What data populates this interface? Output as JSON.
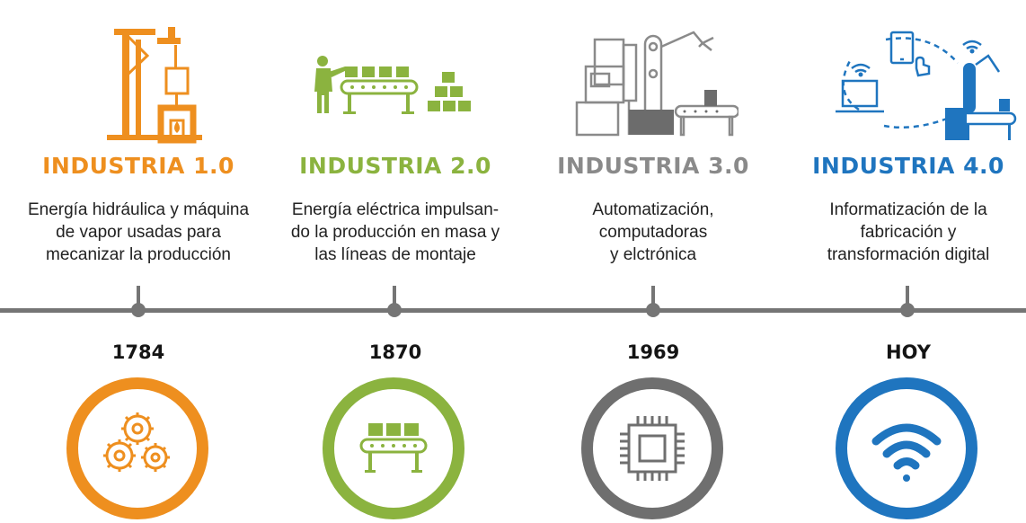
{
  "stages": [
    {
      "title": "INDUSTRIA 1.0",
      "color": "#EE8F1F",
      "desc_lines": [
        "Energía hidráulica y máquina",
        "de vapor usadas para",
        "mecanizar la producción"
      ],
      "year": "1784",
      "illustration": "steam-engine-illustration",
      "icon": "gears-icon"
    },
    {
      "title": "INDUSTRIA 2.0",
      "color": "#8BB33F",
      "desc_lines": [
        "Energía eléctrica impulsan-",
        "do la producción en masa y",
        "las líneas de montaje"
      ],
      "year": "1870",
      "illustration": "assembly-line-illustration",
      "icon": "conveyor-belt-icon"
    },
    {
      "title": "INDUSTRIA 3.0",
      "color": "#8A8A8A",
      "desc_lines": [
        "Automatización,",
        "computadoras",
        "y elctrónica"
      ],
      "year": "1969",
      "illustration": "robot-arm-illustration",
      "icon": "microchip-icon"
    },
    {
      "title": "INDUSTRIA 4.0",
      "color": "#1F75BF",
      "desc_lines": [
        "Informatización de la",
        "fabricación y",
        "transformación digital"
      ],
      "year": "HOY",
      "illustration": "connected-factory-illustration",
      "icon": "wifi-icon"
    }
  ]
}
